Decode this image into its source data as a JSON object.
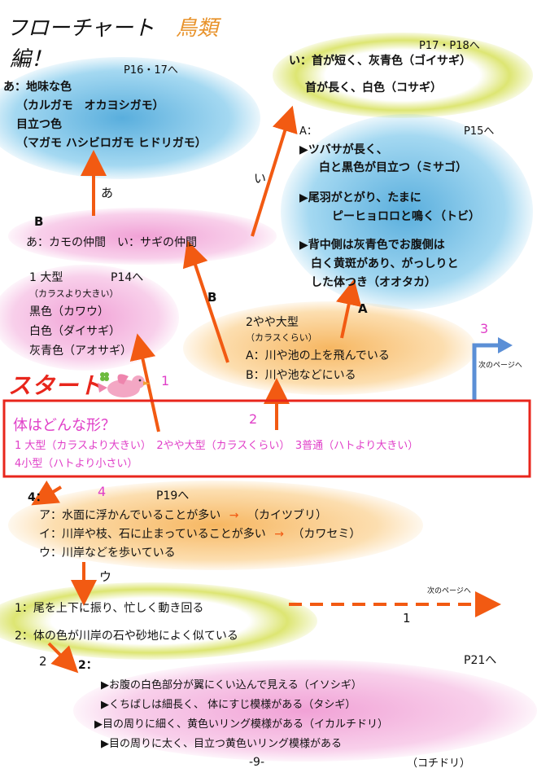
{
  "title": {
    "line1": "フローチャート",
    "accent": "鳥類",
    "line2": "編！"
  },
  "colors": {
    "arrow": "#f25a12",
    "start_red": "#e8261c",
    "magenta": "#e03fc8",
    "blue_arrow": "#5b8fd6"
  },
  "a_box": {
    "page": "P16・17へ",
    "l1": "あ：地味な色",
    "l2": "（カルガモ　オカヨシガモ）",
    "l3": "目立つ色",
    "l4": "（マガモ ハシビロガモ ヒドリガモ）"
  },
  "i_box": {
    "page": "P17・P18へ",
    "l1": "い：首が短く、灰青色（ゴイサギ）",
    "l2": "首が長く、白色（コサギ）"
  },
  "A_box": {
    "label": "A：",
    "page": "P15へ",
    "l1": "▶ツバサが長く、",
    "l2": "白と黒色が目立つ（ミサゴ）",
    "l3": "▶尾羽がとがり、たまに",
    "l4": "ピーヒョロロと鳴く（トビ）",
    "l5": "▶背中側は灰青色でお腹側は",
    "l6": "白く黄斑があり、がっしりと",
    "l7": "した体つき（オオタカ）"
  },
  "B_box": {
    "label": "B",
    "text": "あ：カモの仲間　い：サギの仲間"
  },
  "large_box": {
    "l1": "1 大型",
    "page": "P14へ",
    "note": "（カラスより大きい）",
    "l2": "黒色（カワウ）",
    "l3": "白色（ダイサギ）",
    "l4": "灰青色（アオサギ）"
  },
  "medium_box": {
    "l1": "2やや大型",
    "note": "（カラスくらい）",
    "l2": "A：川や池の上を飛んでいる",
    "l3": "B：川や池などにいる"
  },
  "arrow_labels": {
    "a": "あ",
    "i": "い",
    "B": "B",
    "A": "A",
    "one": "1",
    "two": "2",
    "three": "3",
    "four": "4",
    "u": "ウ",
    "one_b": "1",
    "two_b": "2"
  },
  "next_page": {
    "top": "次のページへ",
    "bottom": "次のページへ"
  },
  "start": {
    "label": "スタート",
    "question": "体はどんな形？",
    "opts1": "1 大型（カラスより大きい）　2やや大型（カラスくらい）　3普通（ハトより大きい）",
    "opts2": "4小型（ハトより小さい）"
  },
  "small_box": {
    "label": "4：",
    "page": "P19へ",
    "l1a": "ア：水面に浮かんでいることが多い",
    "l1b": "（カイツブリ）",
    "l2a": "イ：川岸や枝、石に止まっていることが多い",
    "l2b": "（カワセミ）",
    "l3": "ウ：川岸などを歩いている",
    "arrow_glyph": "→"
  },
  "u_box": {
    "l1": "1：尾を上下に振り、忙しく動き回る",
    "l2": "2：体の色が川岸の石や砂地によく似ている"
  },
  "final_box": {
    "label": "2：",
    "page": "P21へ",
    "l1": "▶お腹の白色部分が翼にくい込んで見える（イソシギ）",
    "l2": "▶くちばしは細長く、 体にすじ模様がある（タシギ）",
    "l3": "▶目の周りに細く、黄色いリング模様がある（イカルチドリ）",
    "l4": "▶目の周りに太く、目立つ黄色いリング模様がある",
    "l5": "（コチドリ）"
  },
  "page_number": "-9-"
}
